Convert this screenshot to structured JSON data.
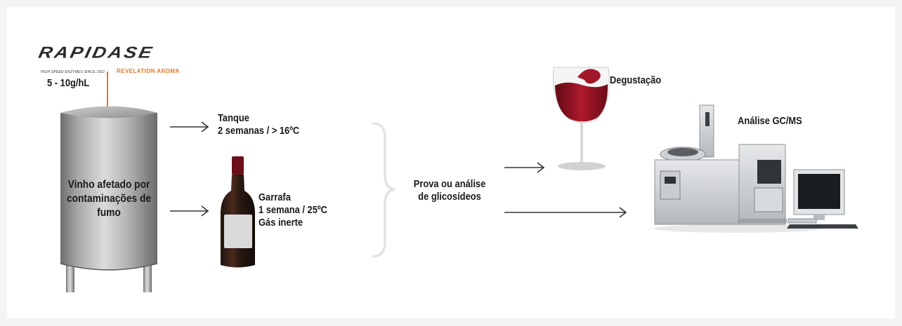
{
  "logo": {
    "brand": "RAPIDASE",
    "tagline": "HIGH SPEED ENZYMES SINCE 1922",
    "sub_brand": "REVELATION AROMA"
  },
  "dose": "5 - 10g/hL",
  "tank_label": [
    "Vinho afetado por",
    "contaminações de",
    "fumo"
  ],
  "tank_step": [
    "Tanque",
    "2 semanas / > 16ºC"
  ],
  "bottle_step": [
    "Garrafa",
    "1 semana / 25ºC",
    "Gás inerte"
  ],
  "analysis_step": [
    "Prova ou análise",
    "de glicosídeos"
  ],
  "tasting": "Degustação",
  "gcms": "Análise GC/MS",
  "colors": {
    "accent_orange": "#e87722",
    "wine_red": "#8b1020",
    "tank_steel": "#9a9a9a",
    "text": "#1a1a1a"
  },
  "icons": [
    "arrow-right-icon",
    "orange-down-arrow-icon",
    "curly-brace-icon",
    "wine-bottle-icon",
    "wine-glass-icon",
    "gc-ms-instrument-icon",
    "computer-monitor-icon"
  ]
}
